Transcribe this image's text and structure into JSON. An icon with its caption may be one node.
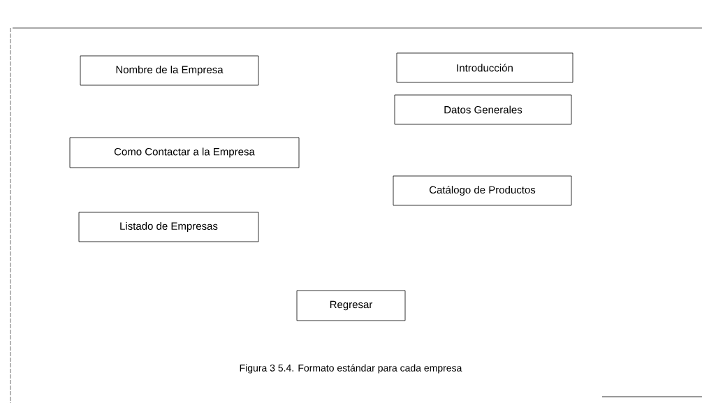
{
  "diagram": {
    "caption": "Figura 3 5.4. Formato estándar para cada empresa",
    "nodes": [
      {
        "text": [
          "Nombre de la Empresa"
        ]
      },
      {
        "text": [
          "Introducción"
        ]
      },
      {
        "text": [
          "Datos Generales"
        ]
      },
      {
        "text": [
          "Como Contactar a la Empresa"
        ]
      },
      {
        "text": [
          "Catálogo de Productos"
        ]
      },
      {
        "text": [
          "Listado de Empresas"
        ]
      },
      {
        "text": [
          "Regresar"
        ]
      }
    ]
  }
}
